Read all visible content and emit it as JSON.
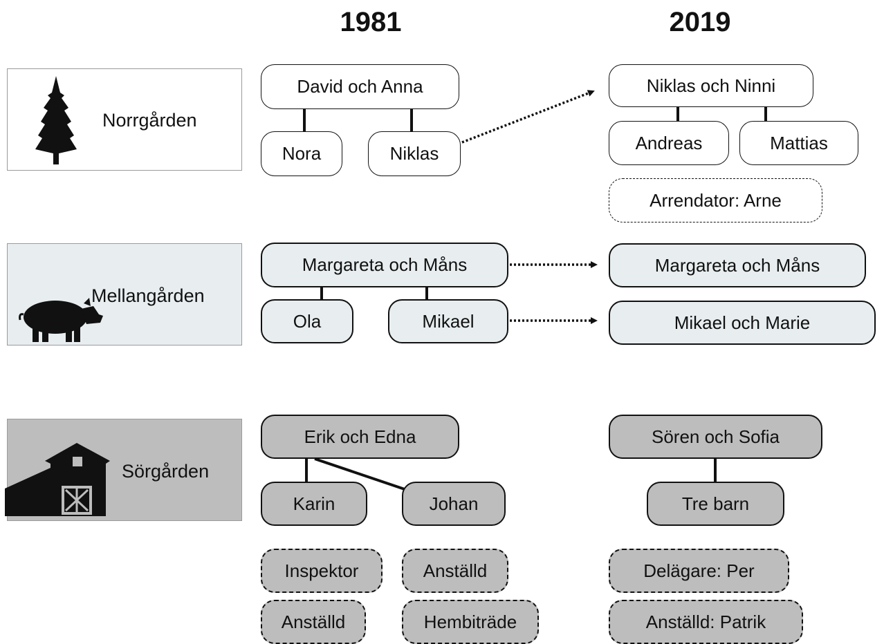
{
  "years": {
    "left": "1981",
    "right": "2019"
  },
  "farms": {
    "norr": {
      "label": "Norrgården",
      "icon": "tree-icon",
      "bg": "#ffffff"
    },
    "mellan": {
      "label": "Mellangården",
      "icon": "pig-icon",
      "bg": "#e8eef0"
    },
    "sor": {
      "label": "Sörgården",
      "icon": "barn-icon",
      "bg": "#bdbdbd"
    }
  },
  "norr_1981": {
    "parents": "David och Anna",
    "child1": "Nora",
    "child2": "Niklas"
  },
  "norr_2019": {
    "parents": "Niklas och Ninni",
    "child1": "Andreas",
    "child2": "Mattias",
    "tenant": "Arrendator: Arne"
  },
  "mellan_1981": {
    "parents": "Margareta och Måns",
    "child1": "Ola",
    "child2": "Mikael"
  },
  "mellan_2019": {
    "parents": "Margareta och Måns",
    "child": "Mikael och Marie"
  },
  "sor_1981": {
    "parents": "Erik och Edna",
    "child1": "Karin",
    "child2": "Johan",
    "staff1": "Inspektor",
    "staff2": "Anställd",
    "staff3": "Anställd",
    "staff4": "Hembiträde"
  },
  "sor_2019": {
    "parents": "Sören och Sofia",
    "children": "Tre barn",
    "coowner": "Delägare: Per",
    "employee": "Anställd: Patrik"
  },
  "colors": {
    "white": "#ffffff",
    "light": "#e8eef0",
    "grey": "#bdbdbd",
    "ink": "#111111"
  }
}
